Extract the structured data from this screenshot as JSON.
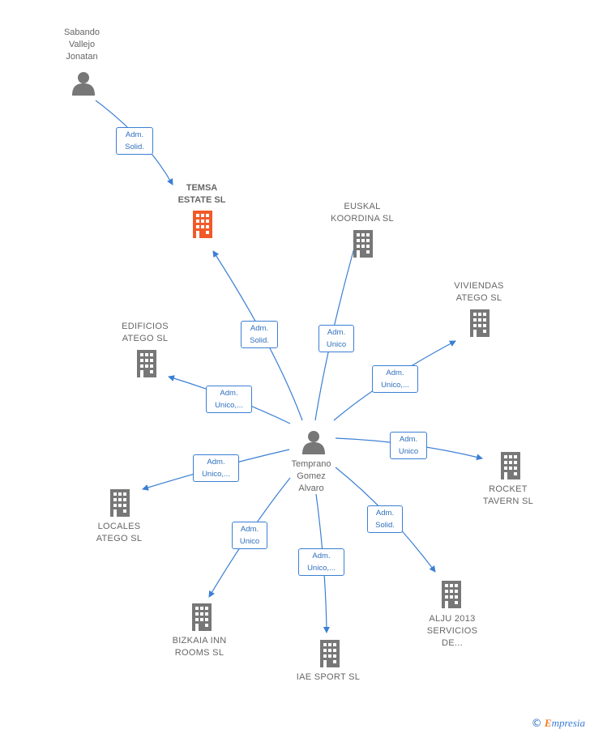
{
  "nodes": {
    "sabando": "Sabando\nVallejo\nJonatan",
    "temsa": "TEMSA\nESTATE  SL",
    "euskal": "EUSKAL\nKOORDINA  SL",
    "viviendas": "VIVIENDAS\nATEGO  SL",
    "edificios": "EDIFICIOS\nATEGO  SL",
    "temprano": "Temprano\nGomez\nAlvaro",
    "rocket": "ROCKET\nTAVERN  SL",
    "locales": "LOCALES\nATEGO  SL",
    "alju": "ALJU 2013\nSERVICIOS\nDE...",
    "bizkaia": "BIZKAIA INN\nROOMS  SL",
    "iae": "IAE SPORT  SL"
  },
  "edges": {
    "sabando_temsa": "Adm.\nSolid.",
    "temprano_temsa": "Adm.\nSolid.",
    "temprano_euskal": "Adm.\nUnico",
    "temprano_viviendas": "Adm.\nUnico,...",
    "temprano_edificios": "Adm.\nUnico,...",
    "temprano_rocket": "Adm.\nUnico",
    "temprano_locales": "Adm.\nUnico,...",
    "temprano_alju": "Adm.\nSolid.",
    "temprano_bizkaia": "Adm.\nUnico",
    "temprano_iae": "Adm.\nUnico,..."
  },
  "colors": {
    "edge": "#3b7fd4",
    "building": "#777777",
    "focus_building": "#f05a28",
    "person": "#777777"
  },
  "brand": {
    "copyright": "©",
    "e": "E",
    "rest": "mpresia"
  }
}
